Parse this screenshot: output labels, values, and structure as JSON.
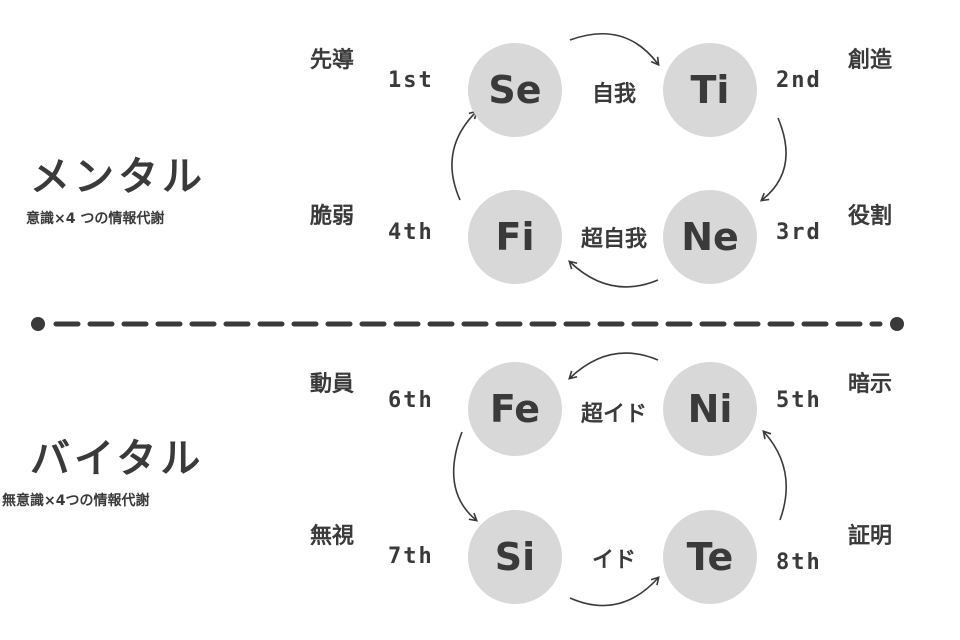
{
  "sections": {
    "mental": {
      "title": "メンタル",
      "subtitle": "意識×4 つの情報代謝"
    },
    "vital": {
      "title": "バイタル",
      "subtitle": "無意識×4つの情報代謝"
    }
  },
  "nodes": {
    "se": {
      "label": "Se",
      "ordinal": "1st",
      "role": "先導"
    },
    "ti": {
      "label": "Ti",
      "ordinal": "2nd",
      "role": "創造"
    },
    "ne": {
      "label": "Ne",
      "ordinal": "3rd",
      "role": "役割"
    },
    "fi": {
      "label": "Fi",
      "ordinal": "4th",
      "role": "脆弱"
    },
    "ni": {
      "label": "Ni",
      "ordinal": "5th",
      "role": "暗示"
    },
    "fe": {
      "label": "Fe",
      "ordinal": "6th",
      "role": "動員"
    },
    "si": {
      "label": "Si",
      "ordinal": "7th",
      "role": "無視"
    },
    "te": {
      "label": "Te",
      "ordinal": "8th",
      "role": "証明"
    }
  },
  "center_labels": {
    "ego": "自我",
    "superego": "超自我",
    "superid": "超イド",
    "id": "イド"
  },
  "colors": {
    "node_fill": "#d8d8d8",
    "text": "#3a3a3a",
    "divider": "#3a3a3a"
  }
}
